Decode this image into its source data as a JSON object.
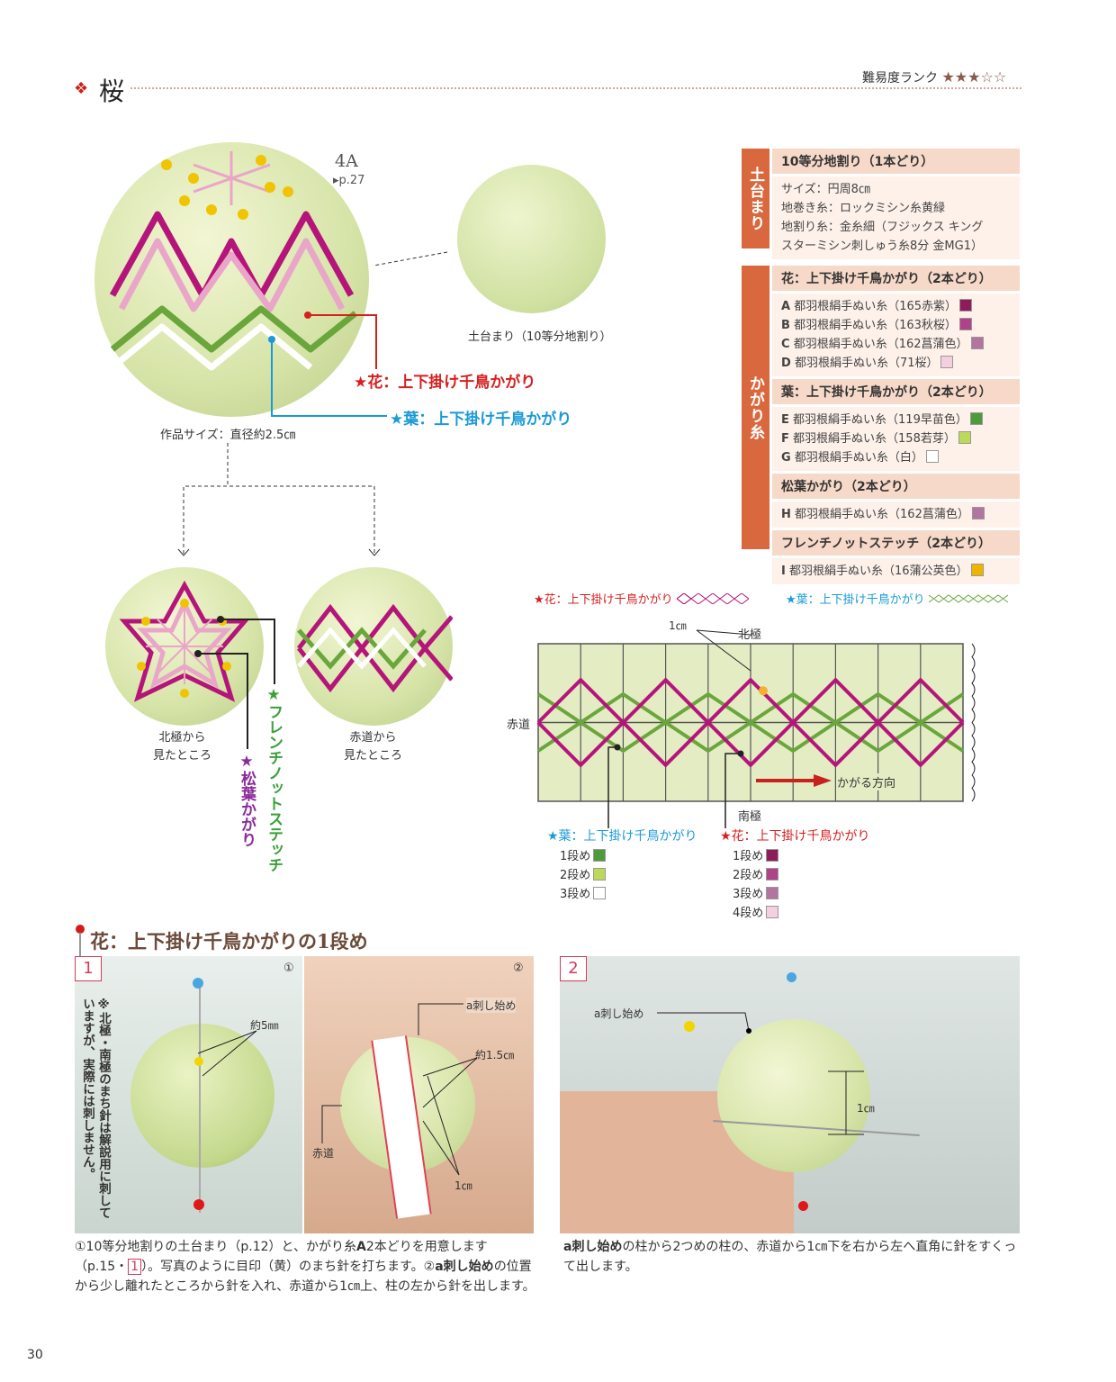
{
  "header": {
    "title": "桜",
    "difficulty_label": "難易度ランク",
    "difficulty_stars": 3,
    "difficulty_max": 5,
    "stars_text": "★★★☆☆"
  },
  "work": {
    "code": "4A",
    "page_ref": "▸p.27",
    "size": "作品サイズ：直径約2.5㎝",
    "base_label": "土台まり（10等分地割り）",
    "flower_label": "★花：上下掛け千鳥かがり",
    "leaf_label": "★葉：上下掛け千鳥かがり",
    "north_view": [
      "北極から",
      "見たところ"
    ],
    "equator_view": [
      "赤道から",
      "見たところ"
    ],
    "french_knot": "★フレンチノットステッチ",
    "pine": "★松葉かがり"
  },
  "table": {
    "base": {
      "side": "土台まり",
      "heading": "10等分地割り（1本どり）",
      "lines": [
        "サイズ：円周8㎝",
        "地巻き糸：ロックミシン糸黄緑",
        "地割り糸：金糸細（フジックス キング",
        "スターミシン刺しゅう糸8分 金MG1）"
      ]
    },
    "thread": {
      "side": "かがり糸",
      "groups": [
        {
          "heading": "花：上下掛け千鳥かがり（2本どり）",
          "items": [
            {
              "k": "A",
              "t": "都羽根絹手ぬい糸（165赤紫）",
              "c": "#8e1b5a"
            },
            {
              "k": "B",
              "t": "都羽根絹手ぬい糸（163秋桜）",
              "c": "#b0428a"
            },
            {
              "k": "C",
              "t": "都羽根絹手ぬい糸（162菖蒲色）",
              "c": "#b374a0"
            },
            {
              "k": "D",
              "t": "都羽根絹手ぬい糸（71桜）",
              "c": "#f4cfe0"
            }
          ]
        },
        {
          "heading": "葉：上下掛け千鳥かがり（2本どり）",
          "items": [
            {
              "k": "E",
              "t": "都羽根絹手ぬい糸（119早苗色）",
              "c": "#4f9a3a"
            },
            {
              "k": "F",
              "t": "都羽根絹手ぬい糸（158若芽）",
              "c": "#bcd95a"
            },
            {
              "k": "G",
              "t": "都羽根絹手ぬい糸（白）",
              "c": "#ffffff"
            }
          ]
        },
        {
          "heading": "松葉かがり（2本どり）",
          "items": [
            {
              "k": "H",
              "t": "都羽根絹手ぬい糸（162菖蒲色）",
              "c": "#b374a0"
            }
          ]
        },
        {
          "heading": "フレンチノットステッチ（2本どり）",
          "items": [
            {
              "k": "I",
              "t": "都羽根絹手ぬい糸（16蒲公英色）",
              "c": "#f0b400"
            }
          ]
        }
      ]
    }
  },
  "diagram": {
    "legend_flower": "★花：上下掛け千鳥かがり",
    "legend_leaf": "★葉：上下掛け千鳥かがり",
    "cm": "1㎝",
    "north": "北極",
    "south": "南極",
    "equator": "赤道",
    "direction": "かがる方向",
    "columns": 10,
    "leaf_title": "★葉：上下掛け千鳥かがり",
    "leaf_rows": [
      {
        "t": "1段め",
        "c": "#4f9a3a"
      },
      {
        "t": "2段め",
        "c": "#bcd95a"
      },
      {
        "t": "3段め",
        "c": "#ffffff"
      }
    ],
    "flower_title": "★花：上下掛け千鳥かがり",
    "flower_rows": [
      {
        "t": "1段め",
        "c": "#8e1b5a"
      },
      {
        "t": "2段め",
        "c": "#b0428a"
      },
      {
        "t": "3段め",
        "c": "#b374a0"
      },
      {
        "t": "4段め",
        "c": "#f4cfe0"
      }
    ],
    "colors": {
      "flower": "#b5157a",
      "leaf": "#6aa63c",
      "grid": "#555555",
      "fill": "#e4ecc4",
      "arrow": "#c8221e"
    }
  },
  "steps": {
    "heading": "花：上下掛け千鳥かがりの1段め",
    "s1": {
      "num": "1",
      "c1": "①",
      "c2": "②",
      "note": "※北極・南極のまち針は解説用に刺していますが、実際には刺しません。",
      "l_5mm": "約5㎜",
      "l_start": "a刺し始め",
      "l_15": "約1.5㎝",
      "l_eq": "赤道",
      "l_1cm": "1㎝",
      "text_a": "①10等分地割りの土台まり（p.12）と、かがり糸",
      "text_b": "A",
      "text_c": "2本どりを用意します（p.15・",
      "text_ref": "1",
      "text_d": "）。写真のように目印（黄）のまち針を打ちます。②",
      "text_e": "a刺し始め",
      "text_f": "の位置から少し離れたところから針を入れ、赤道から1㎝上、柱の左から針を出します。"
    },
    "s2": {
      "num": "2",
      "l_start": "a刺し始め",
      "l_1cm": "1㎝",
      "text_a": "a刺し始め",
      "text_b": "の柱から2つめの柱の、赤道から1㎝下を右から左へ直角に針をすくって出します。"
    }
  },
  "page_number": "30"
}
